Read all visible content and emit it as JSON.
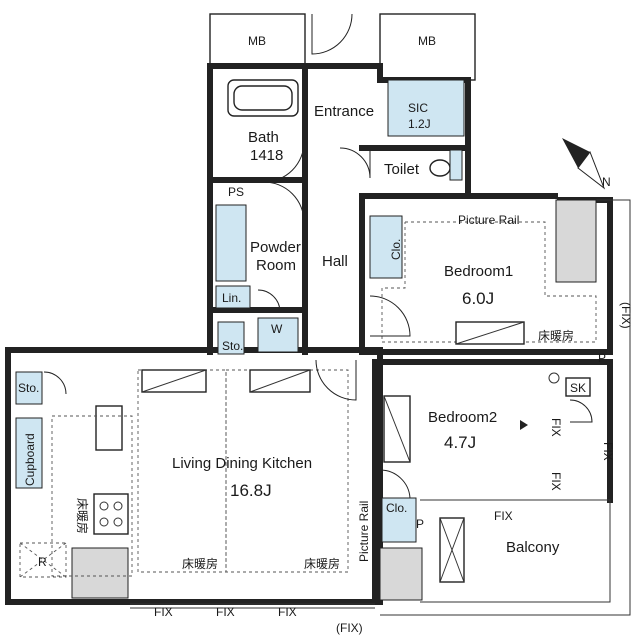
{
  "rooms": {
    "mb_left": "MB",
    "mb_right": "MB",
    "entrance": "Entrance",
    "sic_name": "SIC",
    "sic_size": "1.2J",
    "bath_name": "Bath",
    "bath_size": "1418",
    "toilet": "Toilet",
    "ps": "PS",
    "powder_line1": "Powder",
    "powder_line2": "Room",
    "hall": "Hall",
    "lin": "Lin.",
    "w": "W",
    "sto_hall": "Sto.",
    "sto_ldk": "Sto.",
    "cupboard": "Cupboard",
    "r": "R",
    "ldk_name": "Living Dining Kitchen",
    "ldk_size": "16.8J",
    "bedroom1_name": "Bedroom1",
    "bedroom1_size": "6.0J",
    "bedroom2_name": "Bedroom2",
    "bedroom2_size": "4.7J",
    "clo1": "Clo.",
    "clo2": "Clo.",
    "sk": "SK",
    "balcony": "Balcony",
    "p1": "P",
    "p2": "P"
  },
  "labels": {
    "picture_rail_top": "Picture Rail",
    "picture_rail_side": "Picture Rail",
    "floor_heating_bed1": "床暖房",
    "floor_heating_ldk1": "床暖房",
    "floor_heating_ldk2": "床暖房",
    "floor_heating_kitchen": "床暖房",
    "fix_bottom1": "FIX",
    "fix_bottom2": "FIX",
    "fix_bottom3": "FIX",
    "fix_bottom_paren": "(FIX)",
    "fix_right": "FIX",
    "fix_right_paren": "(FIX)",
    "fix_bed2a": "FIX",
    "fix_bed2b": "FIX",
    "fix_balcony": "FIX",
    "compass_n": "N"
  }
}
